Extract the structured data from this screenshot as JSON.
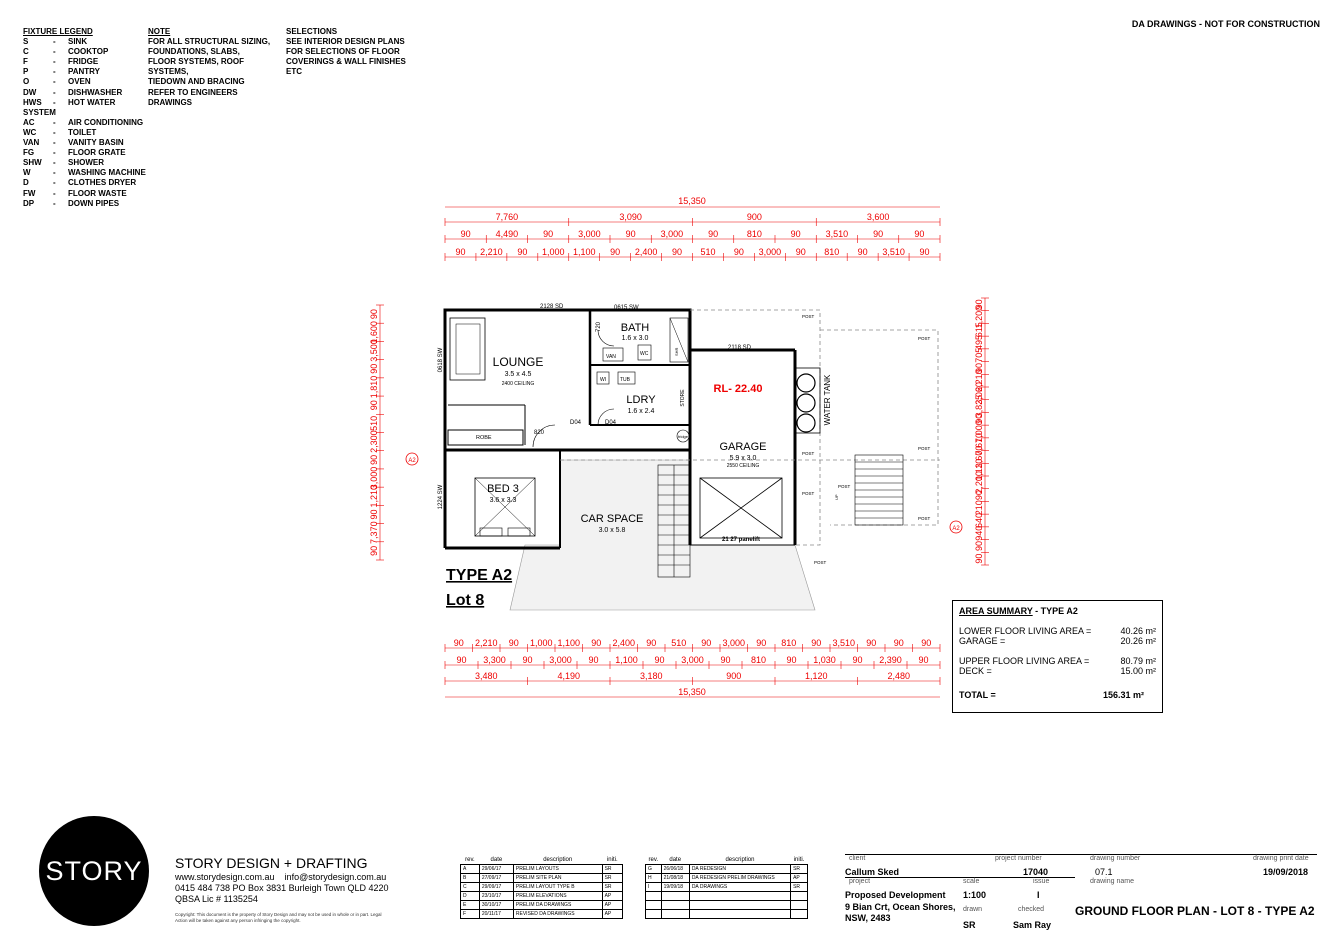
{
  "header": {
    "disclaimer": "DA DRAWINGS - NOT FOR CONSTRUCTION"
  },
  "legend": {
    "title": "FIXTURE LEGEND",
    "items": [
      {
        "code": "S",
        "desc": "SINK"
      },
      {
        "code": "C",
        "desc": "COOKTOP"
      },
      {
        "code": "F",
        "desc": "FRIDGE"
      },
      {
        "code": "P",
        "desc": "PANTRY"
      },
      {
        "code": "O",
        "desc": "OVEN"
      },
      {
        "code": "DW",
        "desc": "DISHWASHER"
      },
      {
        "code": "HWS",
        "desc": "HOT WATER"
      },
      {
        "code": "SYSTEM",
        "desc": ""
      },
      {
        "code": "AC",
        "desc": "AIR CONDITIONING"
      },
      {
        "code": "WC",
        "desc": "TOILET"
      },
      {
        "code": "VAN",
        "desc": "VANITY BASIN"
      },
      {
        "code": "FG",
        "desc": "FLOOR GRATE"
      },
      {
        "code": "SHW",
        "desc": "SHOWER"
      },
      {
        "code": "W",
        "desc": "WASHING MACHINE"
      },
      {
        "code": "D",
        "desc": "CLOTHES DRYER"
      },
      {
        "code": "FW",
        "desc": "FLOOR WASTE"
      },
      {
        "code": "DP",
        "desc": "DOWN PIPES"
      }
    ]
  },
  "note": {
    "title": "NOTE",
    "lines": [
      "FOR ALL STRUCTURAL SIZING,",
      "FOUNDATIONS, SLABS,",
      "FLOOR SYSTEMS, ROOF SYSTEMS,",
      "TIEDOWN AND BRACING",
      "REFER TO ENGINEERS DRAWINGS"
    ]
  },
  "selections": {
    "title": "SELECTIONS",
    "lines": [
      "SEE INTERIOR DESIGN PLANS",
      "FOR SELECTIONS OF FLOOR",
      "COVERINGS & WALL FINISHES",
      "ETC"
    ]
  },
  "plan": {
    "dims_top": {
      "overall": "15,350",
      "r1": [
        "7,760",
        "3,090",
        "900",
        "3,600"
      ],
      "r2": [
        "90",
        "4,490",
        "90",
        "3,000",
        "90",
        "3,000",
        "90",
        "810",
        "90",
        "3,510",
        "90",
        "90"
      ],
      "r3": [
        "90",
        "2,210",
        "90",
        "1,000",
        "1,100",
        "90",
        "2,400",
        "90",
        "510",
        "90",
        "3,000",
        "90",
        "810",
        "90",
        "3,510",
        "90"
      ]
    },
    "dims_bottom": {
      "r1": [
        "90",
        "2,210",
        "90",
        "1,000",
        "1,100",
        "90",
        "2,400",
        "90",
        "510",
        "90",
        "3,000",
        "90",
        "810",
        "90",
        "3,510",
        "90",
        "90",
        "90"
      ],
      "r2": [
        "90",
        "3,300",
        "90",
        "3,000",
        "90",
        "1,100",
        "90",
        "3,000",
        "90",
        "810",
        "90",
        "1,030",
        "90",
        "2,390",
        "90"
      ],
      "r3": [
        "3,480",
        "4,190",
        "3,180",
        "900",
        "1,120",
        "2,480"
      ],
      "overall": "15,350"
    },
    "dims_left": [
      "90",
      "1,600",
      "3,500",
      "90",
      "1,810",
      "90",
      "510",
      "2,300",
      "90",
      "3,000",
      "1,210",
      "90",
      "7,370",
      "90"
    ],
    "dims_right": [
      "90",
      "1,200",
      "615",
      "495",
      "705",
      "90",
      "2,210",
      "3,060",
      "3,825",
      "90",
      "1,000",
      "7,670",
      "3,600",
      "1,110",
      "2,200",
      "90",
      "210",
      "640",
      "940",
      "90",
      "90"
    ],
    "rooms": [
      {
        "name": "LOUNGE",
        "size": "3.5 x 4.5",
        "ceiling": "2400 CEILING"
      },
      {
        "name": "BATH",
        "size": "1.6 x 3.0"
      },
      {
        "name": "LDRY",
        "size": "1.6 x 2.4"
      },
      {
        "name": "GARAGE",
        "size": "5.9 x 3.0",
        "ceiling": "2550 CEILING"
      },
      {
        "name": "BED 3",
        "size": "3.6 x 3.3"
      },
      {
        "name": "CAR SPACE",
        "size": "3.0 x 5.8"
      }
    ],
    "labels": {
      "rl": "RL- 22.40",
      "water_tank": "WATER TANK",
      "robe": "ROBE",
      "store": "STORE",
      "fridge": "fridge",
      "w1": "2128 SD",
      "w2": "0615 SW",
      "w3": "2118 SD",
      "w4": "0618 SW",
      "w5": "1224 SW",
      "w6": "720",
      "w7": "820",
      "d1": "D04",
      "d2": "D04",
      "van": "VAN",
      "wc": "WC",
      "shr": "SHR",
      "tub": "TUB",
      "wi": "WI",
      "up": "UP",
      "door": "21 27 panelift",
      "post": "POST",
      "section": "A2"
    },
    "type": "TYPE A2",
    "lot": "Lot 8"
  },
  "area_summary": {
    "title": "AREA SUMMARY",
    "title_suffix": " - TYPE A2",
    "rows": [
      {
        "label": "LOWER FLOOR LIVING AREA =",
        "value": "40.26 m²"
      },
      {
        "label": "GARAGE =",
        "value": "20.26 m²"
      },
      {
        "label": "UPPER FLOOR LIVING AREA =",
        "value": "80.79 m²"
      },
      {
        "label": "DECK  =",
        "value": "15.00 m²"
      }
    ],
    "total_label": "TOTAL =",
    "total_value": "156.31 m²"
  },
  "brand": {
    "logo": "STORY",
    "company": "STORY DESIGN + DRAFTING",
    "web": "www.storydesign.com.au",
    "email": "info@storydesign.com.au",
    "phone_address": "0415 484 738    PO Box 3831 Burleigh Town QLD 4220",
    "license": "QBSA Lic # 1135254",
    "copyright": "Copyright: This document is the property of Story Design and may not be used in whole or in part. Legal Action will be taken against any person infringing the copyright."
  },
  "revisions_left": {
    "headers": [
      "rev.",
      "date",
      "description",
      "initi."
    ],
    "rows": [
      [
        "A",
        "29/06/17",
        "PRELIM LAYOUTS",
        "SR"
      ],
      [
        "B",
        "27/09/17",
        "PRELIM SITE PLAN",
        "SR"
      ],
      [
        "C",
        "29/09/17",
        "PRELIM LAYOUT TYPE B",
        "SR"
      ],
      [
        "D",
        "23/10/17",
        "PRELIM ELEVATIONS",
        "AP"
      ],
      [
        "E",
        "30/10/17",
        "PRELIM DA DRAWINGS",
        "AP"
      ],
      [
        "F",
        "20/11/17",
        "REVISED DA DRAWINGS",
        "AP"
      ]
    ]
  },
  "revisions_right": {
    "headers": [
      "rev.",
      "date",
      "description",
      "initi."
    ],
    "rows": [
      [
        "G",
        "26/06/18",
        "DA REDESIGN",
        "SR"
      ],
      [
        "H",
        "21/08/18",
        "DA REDESIGN PRELIM DRAWINGS",
        "AP"
      ],
      [
        "I",
        "19/09/18",
        "DA DRAWINGS",
        "SR"
      ],
      [
        "",
        "",
        "",
        ""
      ],
      [
        "",
        "",
        "",
        ""
      ],
      [
        "",
        "",
        "",
        ""
      ]
    ]
  },
  "title_block": {
    "client_label": "client",
    "client": "Callum Sked",
    "project_number_label": "project number",
    "project_number": "17040",
    "drawing_number_label": "drawing number",
    "drawing_number": "07.1",
    "print_date_label": "drawing print date",
    "print_date": "19/09/2018",
    "project_label": "project",
    "scale_label": "scale",
    "issue_label": "issue",
    "drawing_name_label": "drawing name",
    "project": "Proposed Development",
    "address1": "9 Bian Crt, Ocean Shores,",
    "address2": "NSW, 2483",
    "scale": "1:100",
    "issue": "I",
    "drawn_label": "drawn",
    "checked_label": "checked",
    "drawn": "SR",
    "checked": "Sam Ray",
    "drawing_name": "GROUND FLOOR PLAN - LOT 8 - TYPE A2"
  }
}
